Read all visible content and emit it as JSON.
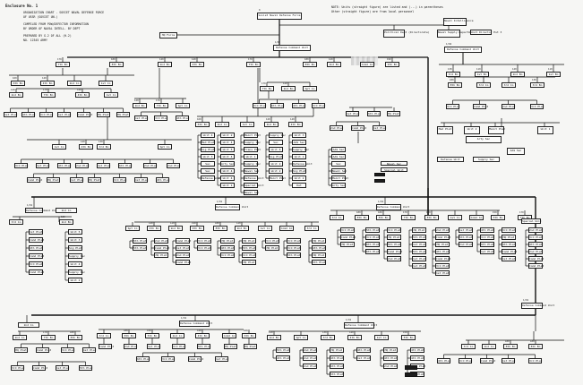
{
  "document": {
    "id": "Enclosure No. 1",
    "title": [
      "ORGANIZATION CHART - SOVIET NAVAL DEFENSE FORCE",
      "OF USSR (SOVIET UN.)",
      "COMPILED FROM POW/DEFECTOR INFORMATION",
      "BY ORDER OF NAVAL INTELL. BY DEPT",
      "PREPARED BY G-2 OF ALL (H-2)",
      "NO. 12345 ARMY"
    ],
    "notes": [
      "NOTE: Units (straight figure) are listed and (...) in parentheses",
      "Other (straight figure) are from local personnel"
    ]
  },
  "nodes": [
    {
      "code": "0",
      "label": "Soviet Naval Defense Force",
      "kind": "key"
    },
    {
      "code": "",
      "label": "Naval Intelligence",
      "kind": "plain"
    },
    {
      "code": "",
      "label": "Political Dept (Directorate)",
      "kind": "plain"
    },
    {
      "code": "",
      "label": "Naval Supply Department",
      "kind": "plain"
    },
    {
      "code": "",
      "label": "HQ Force",
      "kind": "plain"
    },
    {
      "code": "1/0",
      "label": "Defense Command Unit",
      "kind": "key"
    },
    {
      "code": "",
      "label": "Unit Director Est 3",
      "kind": "plain"
    },
    {
      "code": "1/01",
      "label": "Defense Command Unit",
      "kind": "key"
    },
    {
      "code": "110",
      "label": "1st Bn",
      "kind": "plain"
    },
    {
      "code": "120",
      "label": "2nd Bn",
      "kind": "plain"
    },
    {
      "code": "130",
      "label": "3rd Bn",
      "kind": "plain"
    },
    {
      "code": "140",
      "label": "4th Bn",
      "kind": "plain"
    },
    {
      "code": "150",
      "label": "5th Bn",
      "kind": "plain"
    },
    {
      "code": "160",
      "label": "6th Bn",
      "kind": "plain"
    },
    {
      "code": "170",
      "label": "7th Bn",
      "kind": "plain"
    },
    {
      "code": "180",
      "label": "8th Bn",
      "kind": "plain"
    },
    {
      "code": "190",
      "label": "9th Bn",
      "kind": "plain"
    },
    {
      "code": "1/02",
      "label": "Defense Command Unit",
      "kind": "key"
    },
    {
      "code": "",
      "label": "Comd Plat",
      "kind": "plain"
    },
    {
      "code": "",
      "label": "1st Plat",
      "kind": "plain"
    },
    {
      "code": "",
      "label": "2nd Plat",
      "kind": "plain"
    },
    {
      "code": "",
      "label": "3rd Plat",
      "kind": "plain"
    },
    {
      "code": "",
      "label": "4th Plat",
      "kind": "plain"
    },
    {
      "code": "",
      "label": "5th Plat",
      "kind": "plain"
    },
    {
      "code": "",
      "label": "6th Plat",
      "kind": "plain"
    },
    {
      "code": "",
      "label": "HQ Plat",
      "kind": "plain"
    },
    {
      "code": "",
      "label": "1st Co",
      "kind": "plain"
    },
    {
      "code": "",
      "label": "2nd Co",
      "kind": "plain"
    },
    {
      "code": "",
      "label": "3rd Co",
      "kind": "plain"
    },
    {
      "code": "",
      "label": "Comd Co",
      "kind": "plain"
    },
    {
      "code": "",
      "label": "Spt Co",
      "kind": "plain"
    },
    {
      "code": "",
      "label": "Sig Plat",
      "kind": "plain"
    },
    {
      "code": "",
      "label": "Med Plat",
      "kind": "plain"
    },
    {
      "code": "",
      "label": "Trans Plat",
      "kind": "plain"
    },
    {
      "code": "",
      "label": "Engr Plat",
      "kind": "plain"
    },
    {
      "code": "",
      "label": "Maint Plat",
      "kind": "plain"
    },
    {
      "code": "",
      "label": "Unit 1",
      "kind": "plain"
    },
    {
      "code": "",
      "label": "Unit 2",
      "kind": "plain"
    },
    {
      "code": "",
      "label": "Unit 3",
      "kind": "plain"
    },
    {
      "code": "",
      "label": "Unit 4",
      "kind": "plain"
    },
    {
      "code": "",
      "label": "Unit 5",
      "kind": "plain"
    },
    {
      "code": "",
      "label": "Unit 6",
      "kind": "plain"
    },
    {
      "code": "",
      "label": "Det",
      "kind": "plain"
    },
    {
      "code": "",
      "label": "Sec",
      "kind": "plain"
    },
    {
      "code": "",
      "label": "Adm Sec",
      "kind": "plain"
    },
    {
      "code": "",
      "label": "Supply Sec",
      "kind": "plain"
    },
    {
      "code": "",
      "label": "Arty Sec",
      "kind": "plain"
    },
    {
      "code": "",
      "label": "Naval Sec",
      "kind": "plain"
    },
    {
      "code": "",
      "label": "Special Unit",
      "kind": "plain"
    },
    {
      "code": "",
      "label": "Defense Unit",
      "kind": "plain"
    },
    {
      "code": "",
      "label": "Reserve",
      "kind": "dark"
    }
  ]
}
